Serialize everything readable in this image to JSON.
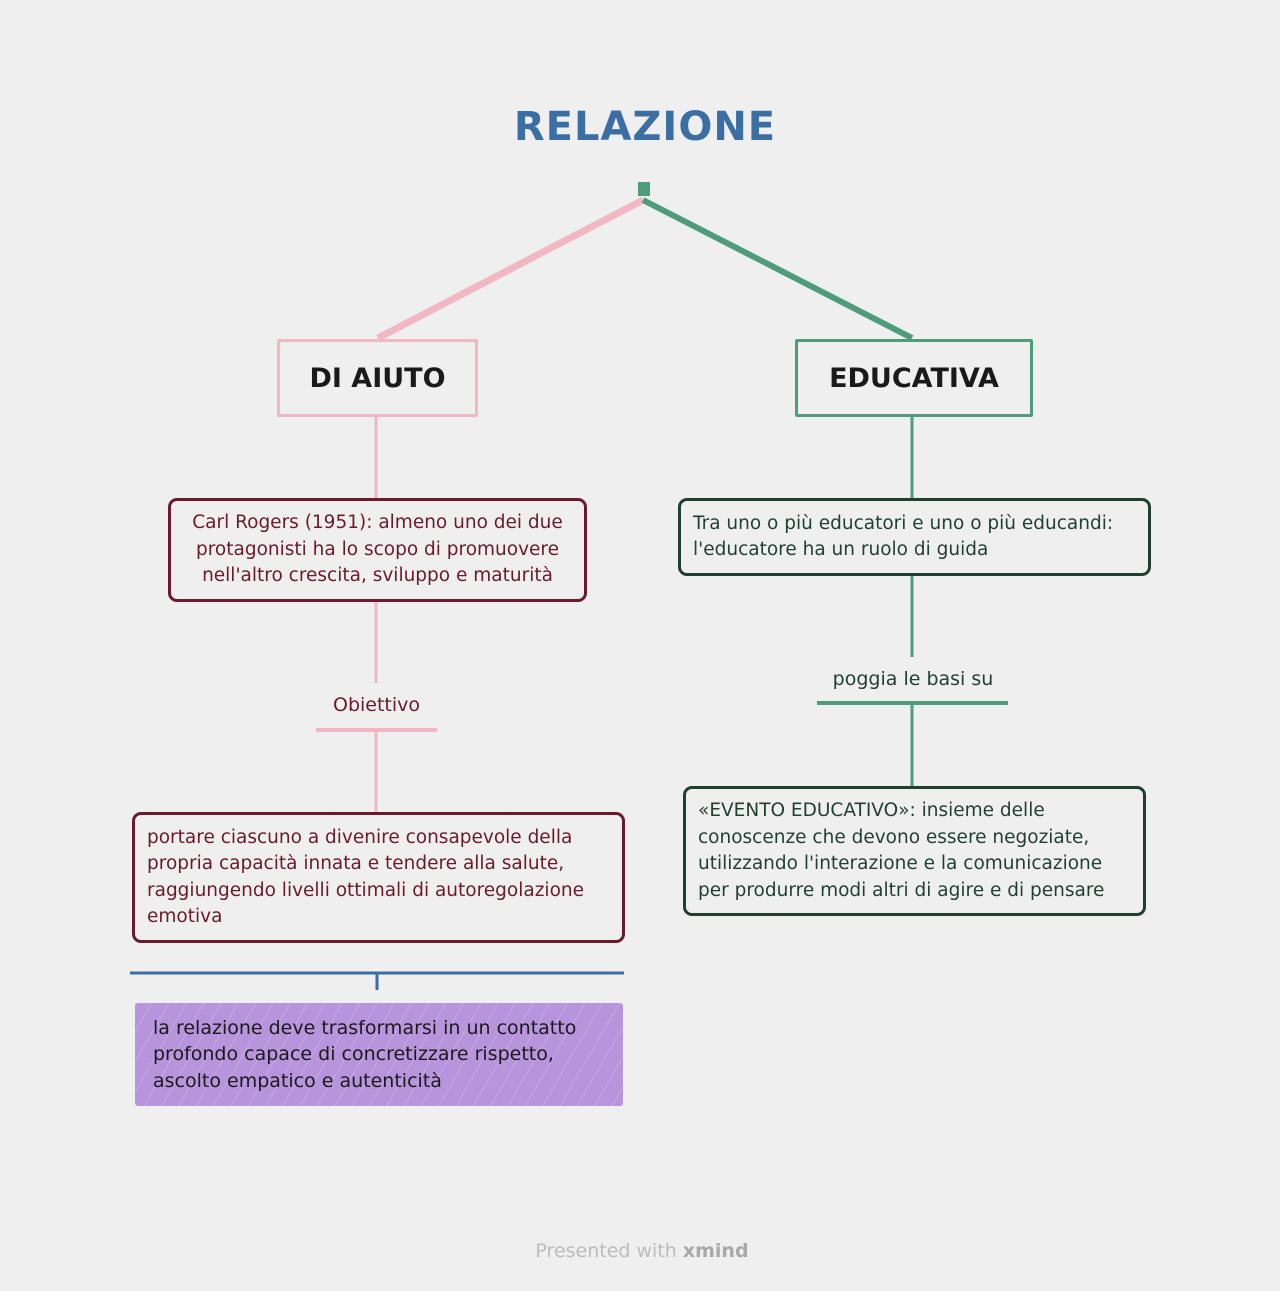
{
  "title": "RELAZIONE",
  "branches": {
    "left": {
      "label": "DI AIUTO",
      "definition": "Carl Rogers (1951): almeno uno dei due protagonisti ha lo scopo di promuovere nell'altro crescita, sviluppo e maturità",
      "connector_label": "Obiettivo",
      "goal": "portare ciascuno a divenire consapevole della propria capacità innata e tendere alla salute, raggiungendo livelli ottimali di autoregolazione emotiva",
      "summary": "la relazione deve trasformarsi in un contatto profondo capace di concretizzare rispetto, ascolto empatico e autenticità"
    },
    "right": {
      "label": "EDUCATIVA",
      "definition": "Tra uno o più educatori e uno o più educandi: l'educatore ha un ruolo di guida",
      "connector_label": "poggia le basi su",
      "detail": "«EVENTO EDUCATIVO»: insieme delle conoscenze che devono essere negoziate, utilizzando l'interazione e la comunicazione per produrre modi altri di agire e di pensare"
    }
  },
  "footer": {
    "prefix": "Presented with",
    "brand": "xmind"
  },
  "colors": {
    "title": "#3b6fa3",
    "pink": "#f2b7c4",
    "green": "#4e9c7b",
    "blue": "#3b6fa3",
    "purple": "#b794dc"
  }
}
